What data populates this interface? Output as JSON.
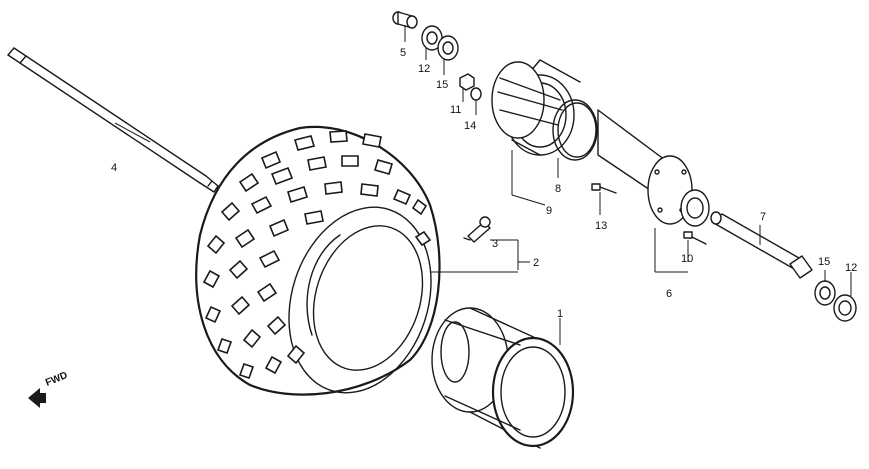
{
  "diagram": {
    "direction_label": "FWD",
    "callouts": {
      "c1": "1",
      "c2": "2",
      "c3": "3",
      "c4": "4",
      "c5": "5",
      "c6": "6",
      "c7": "7",
      "c8": "8",
      "c9": "9",
      "c10": "10",
      "c11": "11",
      "c12a": "12",
      "c12b": "12",
      "c13": "13",
      "c14": "14",
      "c15a": "15",
      "c15b": "15"
    },
    "colors": {
      "ink": "#1a1a1a",
      "background": "#ffffff"
    }
  }
}
